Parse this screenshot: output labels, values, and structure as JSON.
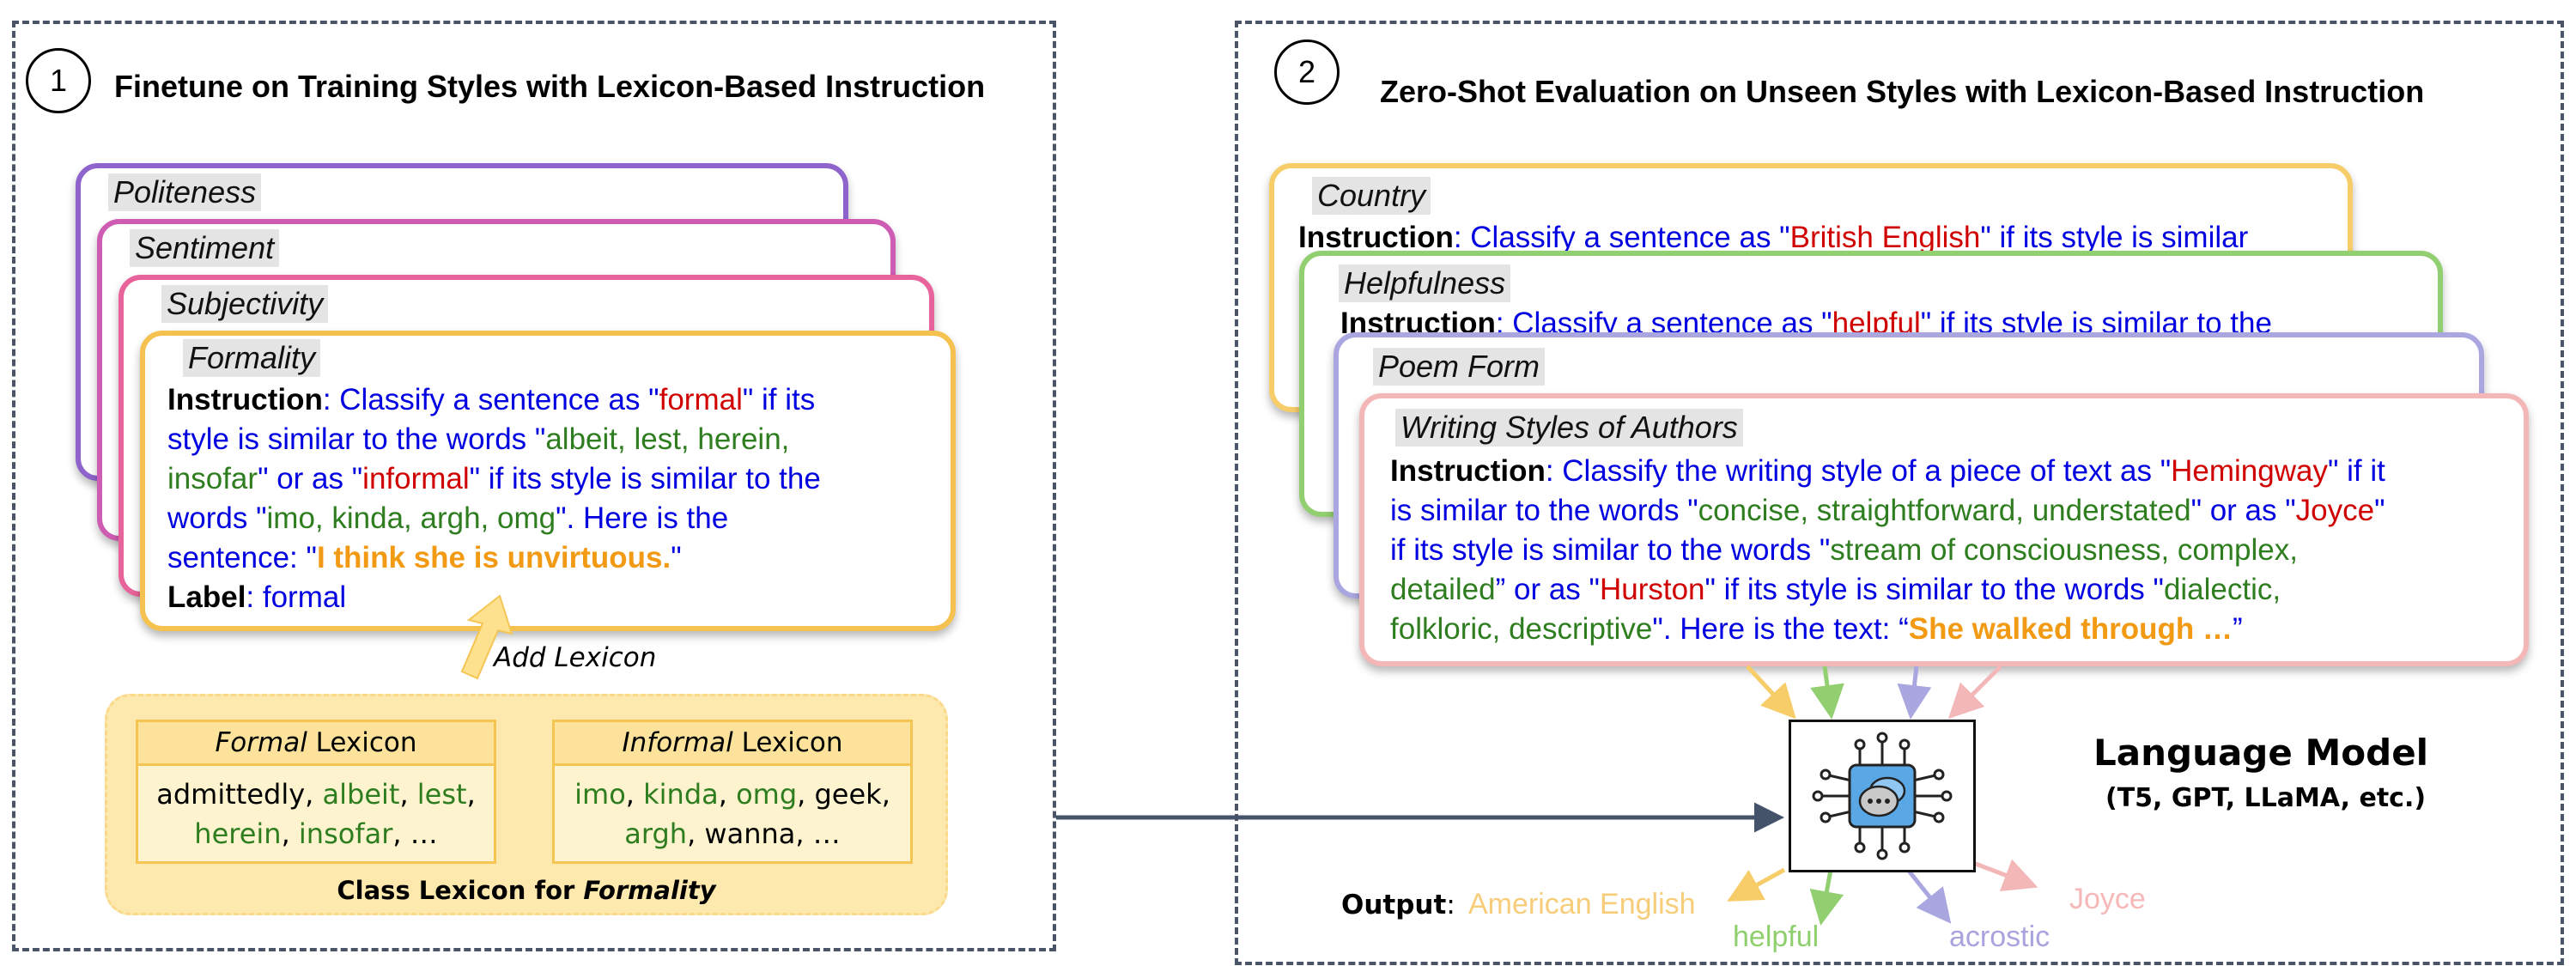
{
  "panel1": {
    "number": "1",
    "title": "Finetune on Training Styles with Lexicon-Based Instruction",
    "back_cards": [
      "Politeness",
      "Sentiment",
      "Subjectivity"
    ],
    "front_card": {
      "tab": "Formality",
      "instruction_label": "Instruction",
      "line1": {
        "a": ": Classify a sentence as \"",
        "b": "formal",
        "c": "\" if its"
      },
      "line2": {
        "a": "style is similar to the words \"",
        "b": "albeit, lest, herein,"
      },
      "line3": {
        "a": "insofar",
        "b": "\" or as \"",
        "c": "informal",
        "d": "\" if its style is similar to the"
      },
      "line4": {
        "a": "words \"",
        "b": "imo, kinda, argh, omg",
        "c": "\". Here is the"
      },
      "line5": {
        "a": "sentence: \"",
        "b": "I think she is unvirtuous.",
        "c": "\""
      },
      "label_label": "Label",
      "label_value": ": formal"
    },
    "add_lexicon": "Add Lexicon",
    "lexicon": {
      "formal_head_italic": "Formal",
      "formal_head_rest": " Lexicon",
      "formal_line1": {
        "a": "admittedly, ",
        "b": "albeit",
        "c": ", ",
        "d": "lest",
        "e": ","
      },
      "formal_line2": {
        "a": "herein",
        "b": ", ",
        "c": "insofar",
        "d": ", …"
      },
      "informal_head_italic": "Informal",
      "informal_head_rest": " Lexicon",
      "informal_line1": {
        "a": "imo",
        "b": ", ",
        "c": "kinda",
        "d": ", ",
        "e": "omg",
        "f": ", geek,"
      },
      "informal_line2": {
        "a": "argh",
        "b": ", wanna, …"
      },
      "caption_prefix": "Class Lexicon for ",
      "caption_italic": "Formality"
    }
  },
  "panel2": {
    "number": "2",
    "title": "Zero-Shot Evaluation on Unseen Styles with Lexicon-Based Instruction",
    "country": {
      "tab": "Country",
      "label": "Instruction",
      "a": ": Classify a sentence as \"",
      "b": "British English",
      "c": "\" if its style is similar"
    },
    "helpfulness": {
      "tab": "Helpfulness",
      "label": "Instruction",
      "a": ": Classify a sentence as \"",
      "b": "helpful",
      "c": "\" if its style is similar to the"
    },
    "poem": {
      "tab": "Poem Form"
    },
    "authors": {
      "tab": "Writing Styles of Authors",
      "instruction_label": "Instruction",
      "line1": {
        "a": ": Classify the writing style of a piece of text as \"",
        "b": "Hemingway",
        "c": "\" if it"
      },
      "line2": {
        "a": "is similar to the words \"",
        "b": "concise, straightforward, understated",
        "c": "\" or as \"",
        "d": "Joyce",
        "e": "\""
      },
      "line3": {
        "a": "if its style is similar to the words \"",
        "b": "stream of consciousness, complex,"
      },
      "line4": {
        "a": "detailed",
        "b": "” or as \"",
        "c": "Hurston",
        "d": "\" if its style is similar to the words \"",
        "e": "dialectic,"
      },
      "line5": {
        "a": "folkloric, descriptive",
        "b": "\". Here is the text: “",
        "c": "She walked through …",
        "d": "”"
      }
    },
    "model": {
      "title": "Language Model",
      "subtitle": "(T5, GPT, LLaMA, etc.)"
    },
    "output_label": "Output",
    "outputs": [
      {
        "text": "American English",
        "color": "#f7cd7a"
      },
      {
        "text": "helpful",
        "color": "#8fcf6e"
      },
      {
        "text": "acrostic",
        "color": "#a9a4de"
      },
      {
        "text": "Joyce",
        "color": "#f6b8b8"
      }
    ]
  },
  "colors": {
    "politeness": "#8e63cc",
    "sentiment": "#cf5cb3",
    "subjectivity": "#e8639a",
    "formality": "#f5c24f",
    "country": "#f7cd6a",
    "helpfulness": "#92cf70",
    "poem": "#aaa6e0",
    "authors": "#f3b7b7",
    "instruction_blue": "#0000e0",
    "class_red": "#d00000",
    "lexicon_green": "#2e7d1f",
    "sentence_orange": "#f29a13"
  }
}
